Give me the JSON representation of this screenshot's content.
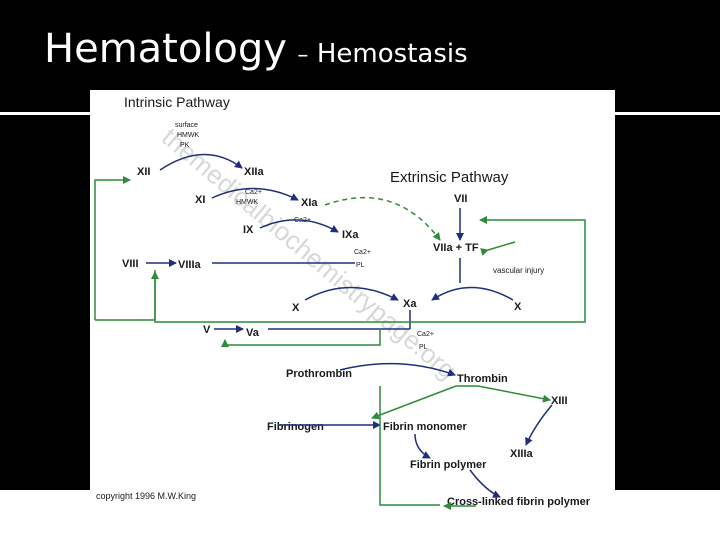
{
  "title": {
    "main": "Hematology",
    "dash": "–",
    "sub": "Hemostasis"
  },
  "diagram": {
    "intrinsic_title": "Intrinsic Pathway",
    "extrinsic_title": "Extrinsic Pathway",
    "cofactors_1": [
      "surface",
      "HMWK",
      "PK"
    ],
    "cofactors_2": [
      "Ca2+",
      "HMWK"
    ],
    "cofactors_3": [
      "Ca2+"
    ],
    "cofactors_4": [
      "Ca2+",
      "PL"
    ],
    "cofactors_5": [
      "Ca2+",
      "PL"
    ],
    "ca_sup": "2+",
    "XII": "XII",
    "XIIa": "XIIa",
    "XI": "XI",
    "XIa": "XIa",
    "IX": "IX",
    "IXa": "IXa",
    "VIII": "VIII",
    "VIIIa": "VIIIa",
    "VII": "VII",
    "VIIa_TF": "VIIa + TF",
    "vascular_injury": "vascular injury",
    "X_left": "X",
    "Xa": "Xa",
    "X_right": "X",
    "V": "V",
    "Va": "Va",
    "Prothrombin": "Prothrombin",
    "Thrombin": "Thrombin",
    "XIII": "XIII",
    "XIIIa": "XIIIa",
    "Fibrinogen": "Fibrinogen",
    "Fibrin_monomer": "Fibrin monomer",
    "Fibrin_polymer": "Fibrin polymer",
    "Crosslinked": "Cross-linked fibrin polymer",
    "copyright": "copyright 1996 M.W.King",
    "watermark": "themedicalbiochemistrypage.org"
  },
  "colors": {
    "blue": "#1f2f7a",
    "green": "#2e8b3a",
    "text": "#1a1a1a"
  }
}
